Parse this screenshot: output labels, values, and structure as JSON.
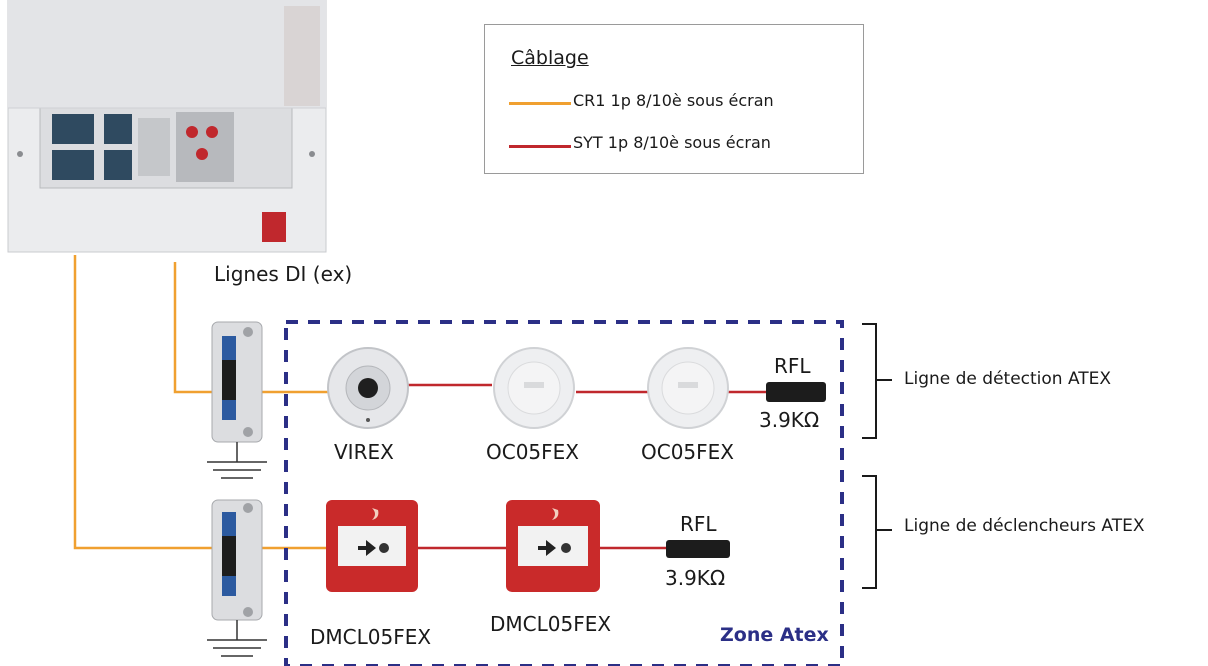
{
  "legend": {
    "title": "Câblage",
    "items": [
      {
        "label": "CR1 1p 8/10è sous écran",
        "color": "#f0a030"
      },
      {
        "label": "SYT 1p 8/10è sous écran",
        "color": "#c0282d"
      }
    ]
  },
  "panel_label": "Lignes DI (ex)",
  "zone_label": "Zone Atex",
  "zone_border_color": "#2b2f86",
  "detection_line": {
    "label": "Ligne de détection ATEX",
    "devices": [
      "VIREX",
      "OC05FEX",
      "OC05FEX"
    ],
    "eol_label": "RFL",
    "eol_value": "3.9KΩ"
  },
  "trigger_line": {
    "label": "Ligne de déclencheurs ATEX",
    "devices": [
      "DMCL05FEX",
      "DMCL05FEX"
    ],
    "eol_label": "RFL",
    "eol_value": "3.9KΩ"
  }
}
